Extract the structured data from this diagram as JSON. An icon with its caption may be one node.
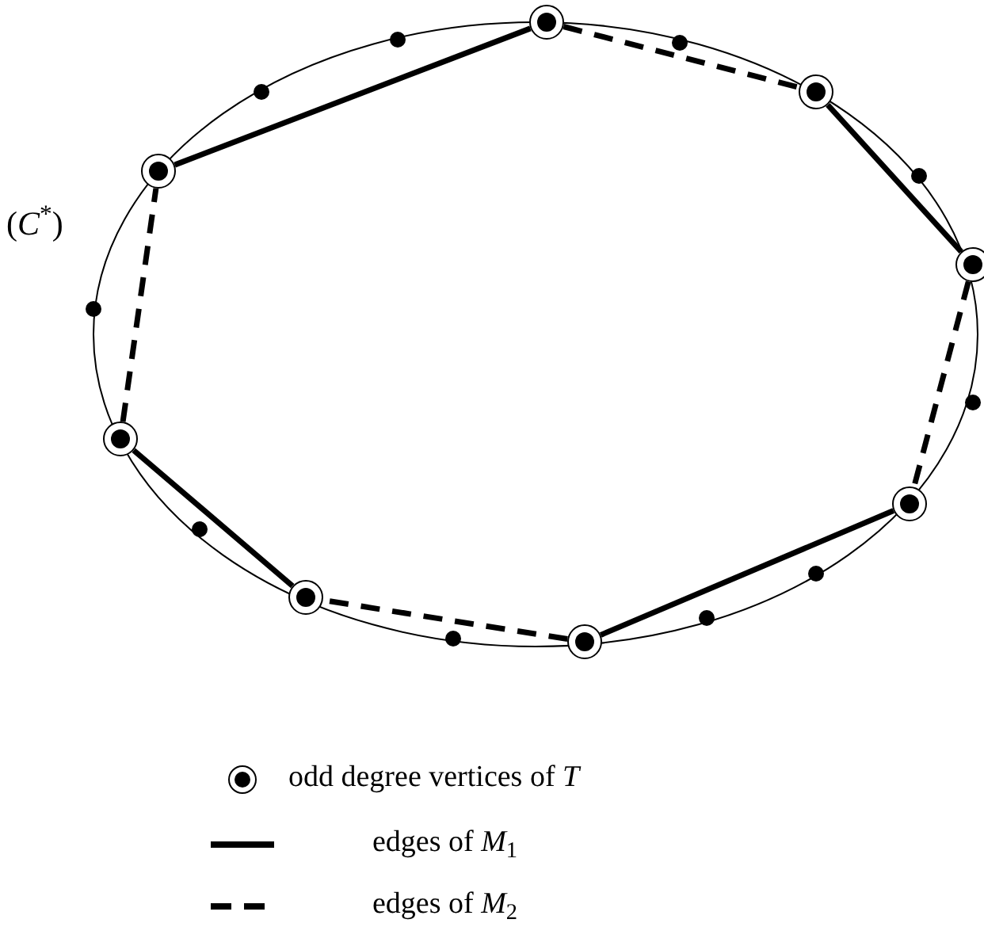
{
  "diagram": {
    "nodes": [
      {
        "text": [],
        "shape": "circle"
      },
      {
        "text": [],
        "shape": "dot"
      },
      {
        "text": [],
        "shape": "dot"
      },
      {
        "text": [],
        "shape": "circle"
      },
      {
        "text": [],
        "shape": "dot"
      },
      {
        "text": [],
        "shape": "circle"
      },
      {
        "text": [],
        "shape": "dot"
      },
      {
        "text": [],
        "shape": "circle"
      },
      {
        "text": [],
        "shape": "dot"
      },
      {
        "text": [],
        "shape": "circle"
      },
      {
        "text": [],
        "shape": "dot"
      },
      {
        "text": [],
        "shape": "dot"
      },
      {
        "text": [],
        "shape": "circle"
      },
      {
        "text": [],
        "shape": "dot"
      },
      {
        "text": [],
        "shape": "circle"
      },
      {
        "text": [],
        "shape": "dot"
      },
      {
        "text": [],
        "shape": "circle"
      },
      {
        "text": [],
        "shape": "dot"
      }
    ],
    "edges": [
      {
        "from": 0,
        "to": 3,
        "arrow": "none"
      },
      {
        "from": 3,
        "to": 5,
        "arrow": "none",
        "style": "dashed"
      },
      {
        "from": 5,
        "to": 7,
        "arrow": "none"
      },
      {
        "from": 7,
        "to": 9,
        "arrow": "none",
        "style": "dashed"
      },
      {
        "from": 9,
        "to": 12,
        "arrow": "none"
      },
      {
        "from": 12,
        "to": 14,
        "arrow": "none",
        "style": "dashed"
      },
      {
        "from": 14,
        "to": 16,
        "arrow": "none"
      },
      {
        "from": 16,
        "to": 0,
        "arrow": "none",
        "style": "dashed"
      }
    ],
    "labels": [
      "(*C*$^{*}$)"
    ],
    "legend": [
      {
        "text": "odd degree vertices of *T*"
      },
      {
        "text": "edges of *M*$_{1}$"
      },
      {
        "text": "edges of *M*$_{2}$"
      }
    ]
  }
}
